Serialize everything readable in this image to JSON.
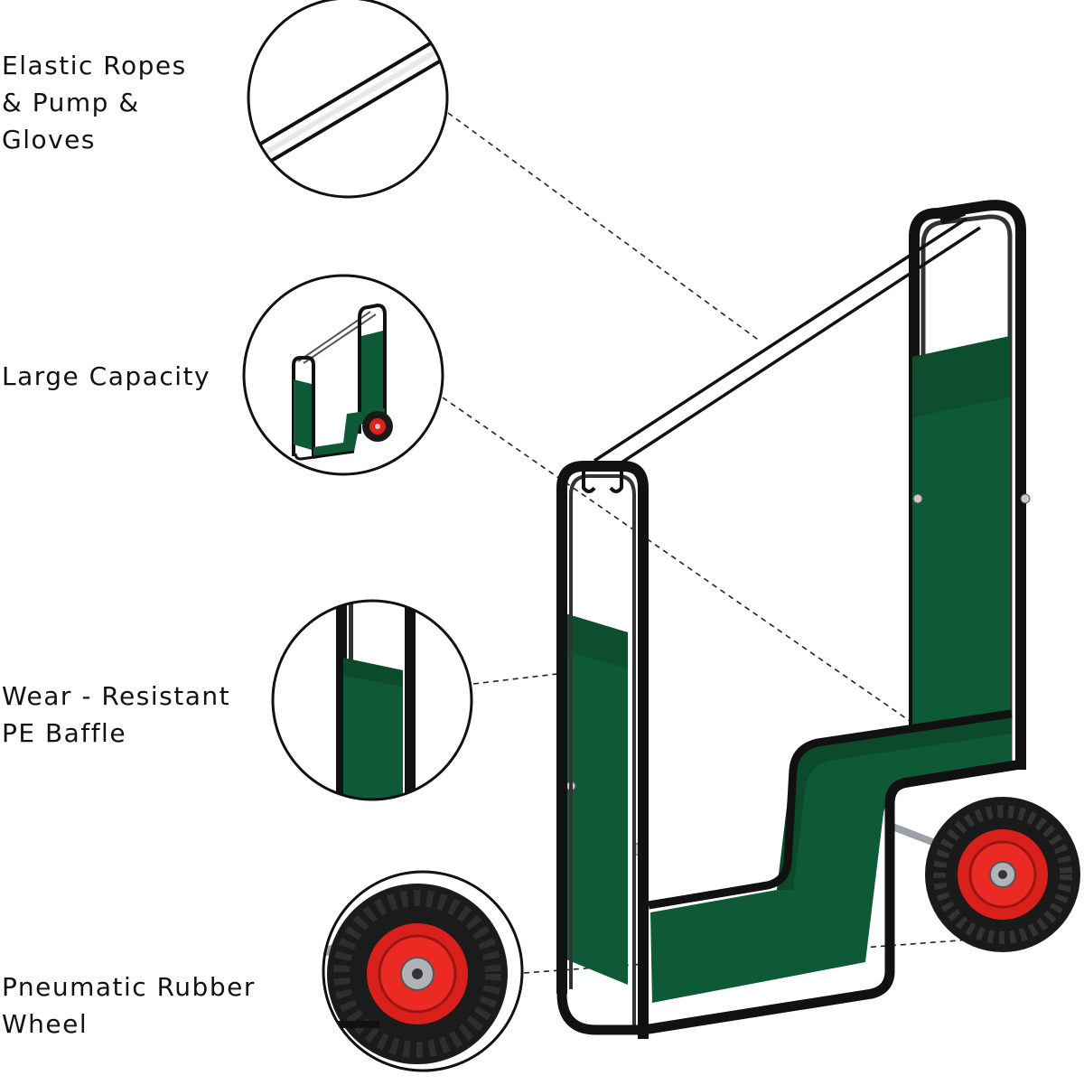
{
  "callouts": [
    {
      "id": "ropes",
      "lines": [
        "Elastic Ropes",
        "& Pump &",
        "Gloves"
      ]
    },
    {
      "id": "capacity",
      "lines": [
        "Large Capacity"
      ]
    },
    {
      "id": "baffle",
      "lines": [
        "Wear - Resistant",
        "PE Baffle"
      ]
    },
    {
      "id": "wheel",
      "lines": [
        "Pneumatic Rubber",
        "Wheel"
      ]
    }
  ],
  "colors": {
    "fabric": "#0f5a36",
    "fabric_dark": "#0a4327",
    "frame": "#111111",
    "tire": "#1c1c1c",
    "rim": "#e0201c",
    "hub": "#b0b4b8"
  },
  "icons": [
    "elastic-rope-detail",
    "cart-thumbnail",
    "baffle-detail",
    "wheel-detail"
  ]
}
